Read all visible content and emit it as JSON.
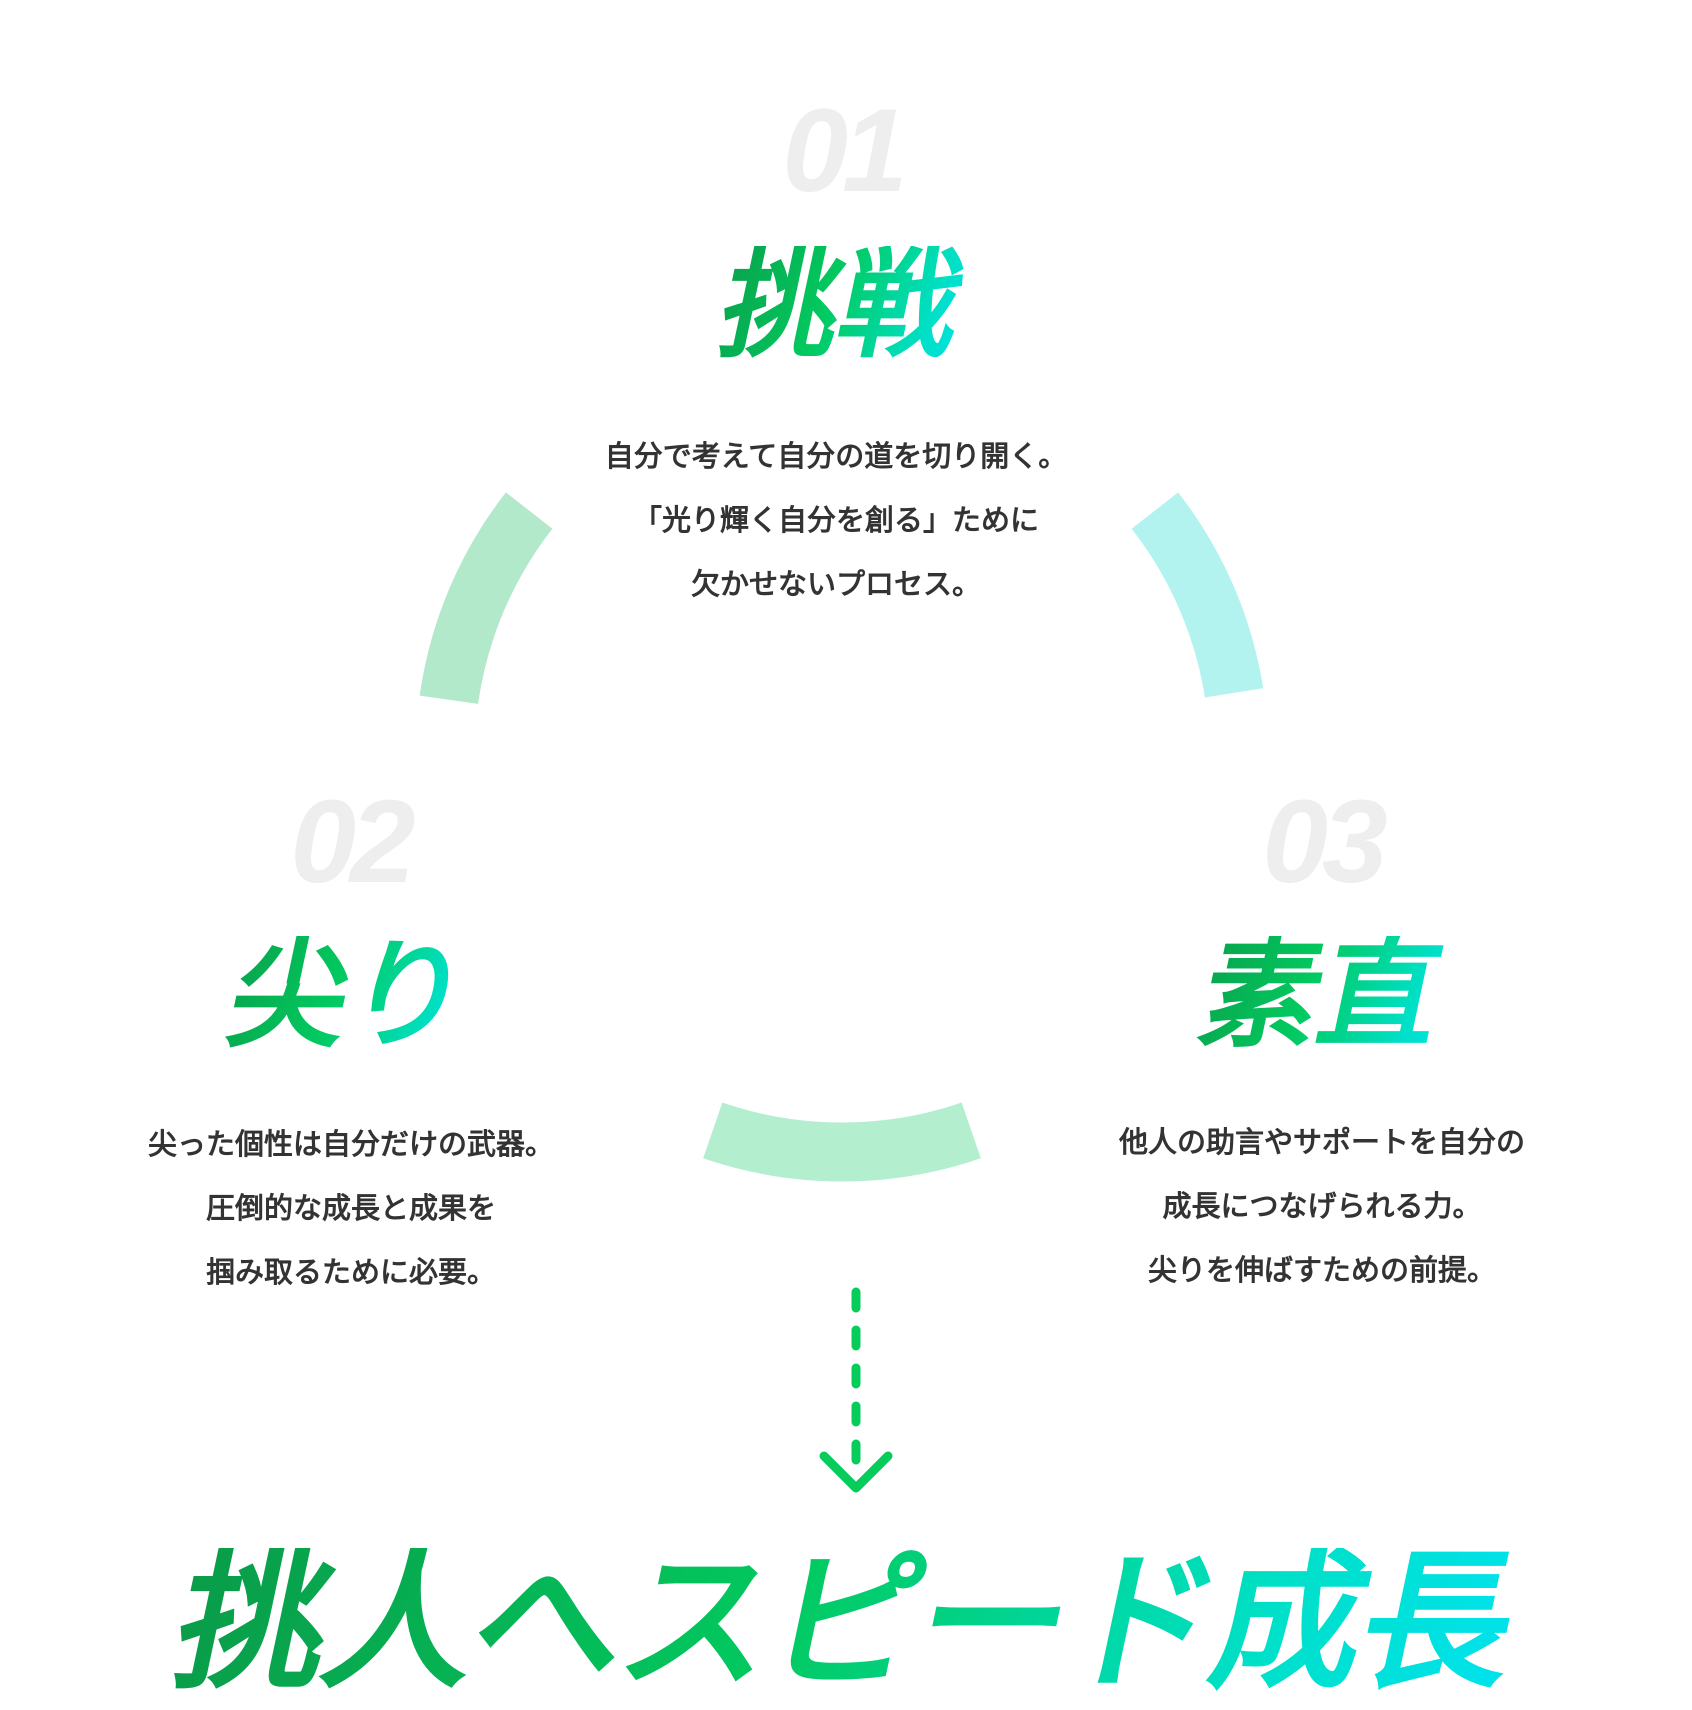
{
  "steps": [
    {
      "number": "01",
      "title": "挑戦",
      "lines": [
        "自分で考えて自分の道を切り開く。",
        "「光り輝く自分を創る」ために",
        "欠かせないプロセス。"
      ]
    },
    {
      "number": "02",
      "title": "尖り",
      "lines": [
        "尖った個性は自分だけの武器。",
        "圧倒的な成長と成果を",
        "掴み取るために必要。"
      ]
    },
    {
      "number": "03",
      "title": "素直",
      "lines": [
        "他人の助言やサポートを自分の",
        "成長につなげられる力。",
        "尖りを伸ばすための前提。"
      ]
    }
  ],
  "conclusion": "挑人へスピード成長",
  "colors": {
    "gradient_start": "#0a9a48",
    "gradient_mid": "#02c95f",
    "gradient_end": "#00e2ef",
    "arc_left": "#b3e9cb",
    "arc_right": "#b2f3f0",
    "arc_bottom": "#b3efcf",
    "arrow": "#06cc5c",
    "number": "#eeeeee",
    "text": "#333333"
  }
}
